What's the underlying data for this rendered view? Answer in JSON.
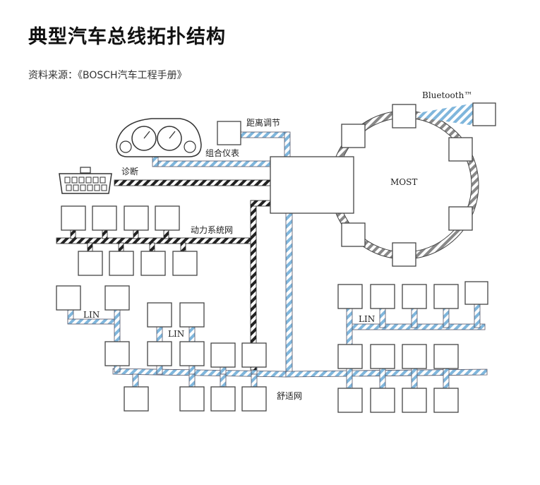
{
  "title": "典型汽车总线拓扑结构",
  "source": "资料来源：《BOSCH汽车工程手册》",
  "labels": {
    "distance": "距离调节",
    "cluster": "组合仪表",
    "diagnosis": "诊断",
    "powertrain": "动力系统网",
    "comfort": "舒适网",
    "most": "MOST",
    "bluetooth": "Bluetooth™",
    "lin1": "LIN",
    "lin2": "LIN",
    "lin3": "LIN"
  },
  "colors": {
    "blue_bus": "#7fb6dc",
    "black_bus": "#222222",
    "gray_ring": "#8a8a8a"
  }
}
